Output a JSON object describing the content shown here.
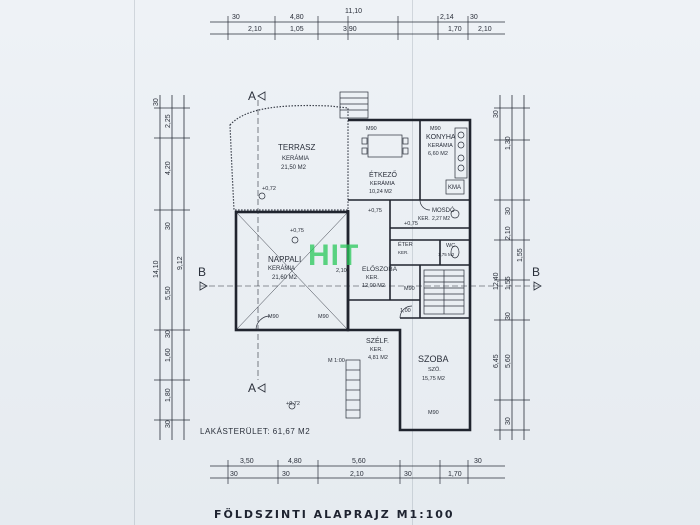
{
  "plan": {
    "title": "FÖLDSZINTI ALAPRAJZ M1:100",
    "living_area": "LAKÁSTERÜLET: 61,67 M2",
    "watermark": "HIT",
    "section_marks": [
      "A",
      "A",
      "B",
      "B"
    ],
    "rooms": {
      "terrasz": {
        "name": "TERRASZ",
        "material": "KERÁMIA",
        "area": "21,50 M2"
      },
      "konyha": {
        "name": "KONYHA",
        "material": "KERÁMIA",
        "area": "6,60 M2"
      },
      "etkezo": {
        "name": "ÉTKEZŐ",
        "material": "KERÁMIA",
        "area": "10,24 M2"
      },
      "mosdo": {
        "name": "MOSDÓ",
        "material": "KER.",
        "area": "2,27 M2"
      },
      "nappali": {
        "name": "NAPPALI",
        "material": "KERÁMIA",
        "area": "21,60 M2"
      },
      "eloszoba": {
        "name": "ELŐSZOBA",
        "material": "KER.",
        "area": "12,00 M2"
      },
      "wc": {
        "name": "WC",
        "material": "KER.",
        "area": "1,75 M2"
      },
      "szelf": {
        "name": "SZÉLF.",
        "material": "KER.",
        "area": "4,81 M2"
      },
      "szoba": {
        "name": "SZOBA",
        "material": "SZŐ.",
        "area": "15,75 M2"
      },
      "kamra": {
        "name": "KMA"
      },
      "eter": {
        "name": "ÉTER"
      }
    },
    "labels": {
      "m90_a": "M90",
      "m90_b": "M90",
      "m90_c": "M90",
      "m90_d": "M90",
      "m90_e": "M90",
      "m90_f": "M90",
      "h072_a": "+0,72",
      "h072_b": "+0,72",
      "h075_a": "+0,75",
      "h075_b": "+0,75",
      "h075_c": "+0,75",
      "h210": "2,10",
      "h100": "1,00",
      "m100": "M 1:00"
    },
    "dims_top_row1": [
      "30",
      "4,80",
      "11,10",
      "2,14",
      "30"
    ],
    "dims_top_row2": [
      "2,10",
      "1,05",
      "3,90",
      "1,70",
      "2,10"
    ],
    "dims_bottom_row1": [
      "3,50",
      "4,80",
      "5,60",
      "30"
    ],
    "dims_bottom_row2": [
      "30",
      "30",
      "2,10",
      "30",
      "1,70"
    ],
    "dims_left": [
      "30",
      "2,25",
      "4,20",
      "9,12",
      "14,10",
      "30",
      "5,50",
      "30",
      "1,60",
      "1,80",
      "30"
    ],
    "dims_right": [
      "30",
      "1,30",
      "30",
      "2,10",
      "1,55",
      "12,40",
      "1,55",
      "30",
      "6,45",
      "5,60",
      "30"
    ]
  }
}
